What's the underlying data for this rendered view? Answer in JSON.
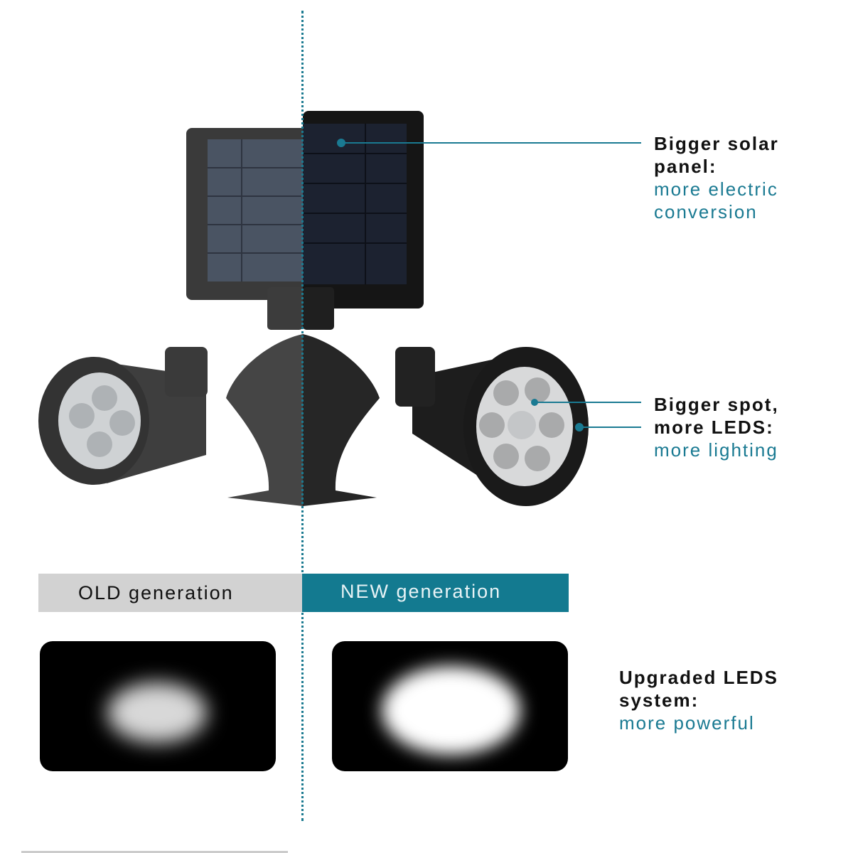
{
  "callouts": [
    {
      "heading": "Bigger solar panel:",
      "subtext": "more electric conversion"
    },
    {
      "heading": "Bigger spot, more LEDS:",
      "subtext": "more lighting"
    },
    {
      "heading": "Upgraded LEDS system:",
      "subtext": "more powerful"
    }
  ],
  "labels": {
    "old": "OLD generation",
    "new": "NEW generation"
  },
  "colors": {
    "accent": "#137a90",
    "old_bar": "#d2d2d2"
  }
}
